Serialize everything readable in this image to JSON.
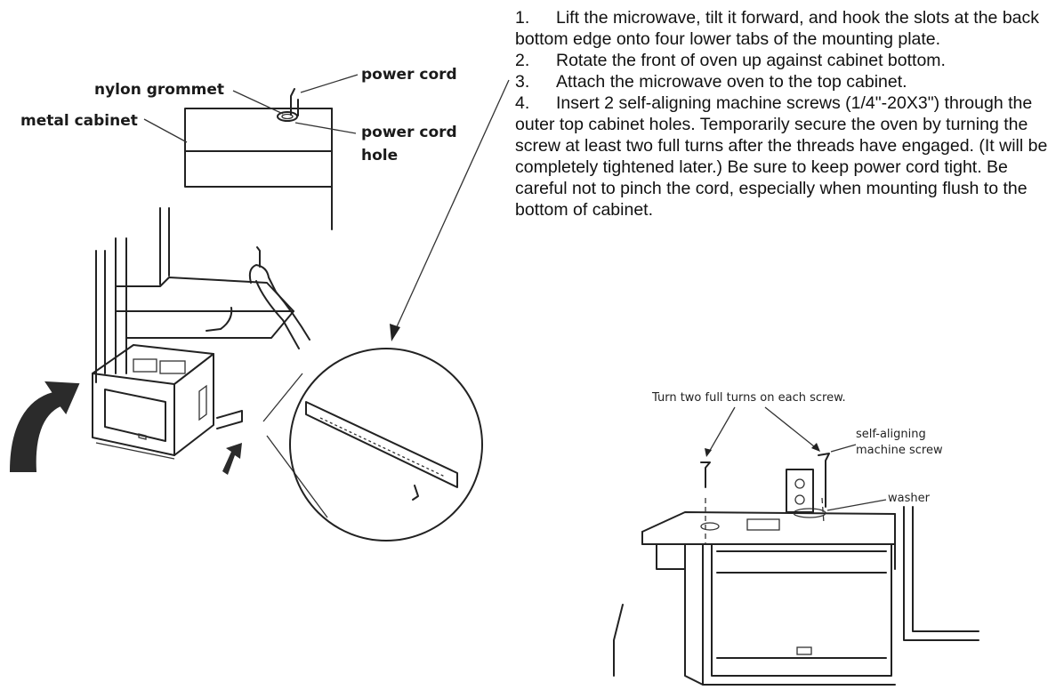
{
  "labels": {
    "power_cord_top": "power cord",
    "nylon_grommet": "nylon grommet",
    "metal_cabinet": "metal cabinet",
    "power_cord_hole_line1": "power cord",
    "power_cord_hole_line2": "hole",
    "turn_screws": "Turn two full turns on each screw.",
    "self_aligning_line1": "self-aligning",
    "self_aligning_line2": "machine screw",
    "washer": "washer"
  },
  "steps": [
    {
      "number": "1.",
      "text": "Lift the microwave, tilt it forward, and hook the slots at the back bottom edge onto four lower tabs of the mounting plate."
    },
    {
      "number": "2.",
      "text": "Rotate the front of oven up against cabinet bottom."
    },
    {
      "number": "3.",
      "text": "Attach the microwave oven to the top cabinet."
    },
    {
      "number": "4.",
      "text": "Insert 2 self-aligning machine screws (1/4\"-20X3\") through the outer top cabinet holes. Temporarily secure the oven by turning the screw at least two full turns after the threads have engaged. (It will be completely tightened later.) Be sure to keep power cord tight. Be careful not to pinch the cord, especially when mounting flush to the bottom of cabinet."
    }
  ],
  "colors": {
    "ink": "#222222",
    "arrow_fill": "#2b2b2b",
    "background": "#ffffff"
  }
}
